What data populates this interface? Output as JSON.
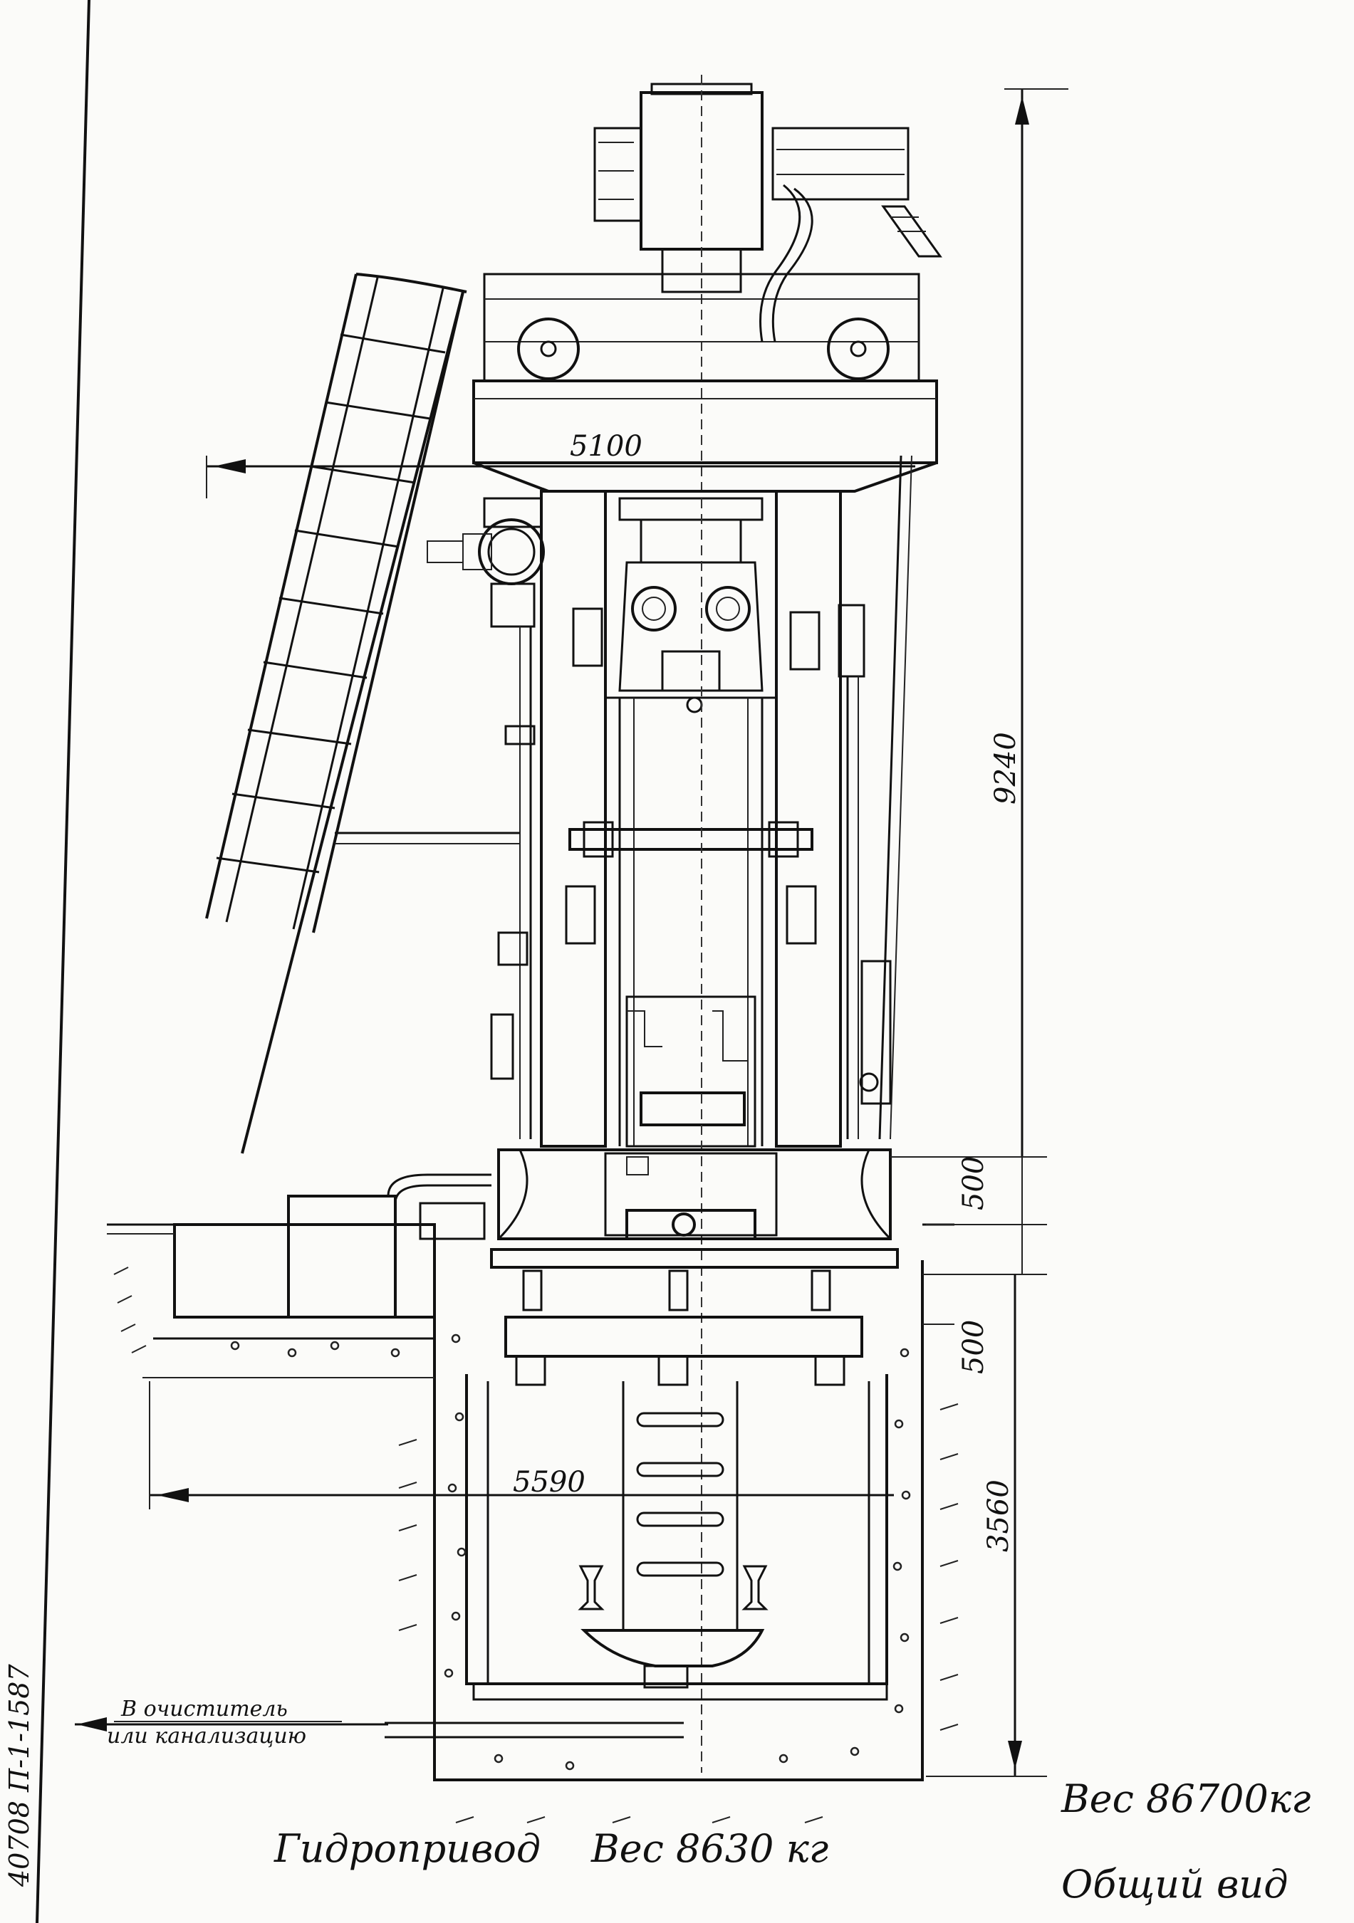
{
  "drawing": {
    "dimensions": {
      "width_top": "5100",
      "height_total": "9240",
      "dim_500_a": "500",
      "dim_500_b": "500",
      "width_bottom": "5590",
      "depth": "3560"
    },
    "drain_label_line1": "В очиститель",
    "drain_label_line2": "или канализацию",
    "hydro_drive_label": "Гидропривод",
    "hydro_weight_label": "Вес 8630 кг",
    "total_weight_label": "Вес 86700кг",
    "view_title": "Общий вид",
    "margin_note": "40708 П-1-1587"
  }
}
